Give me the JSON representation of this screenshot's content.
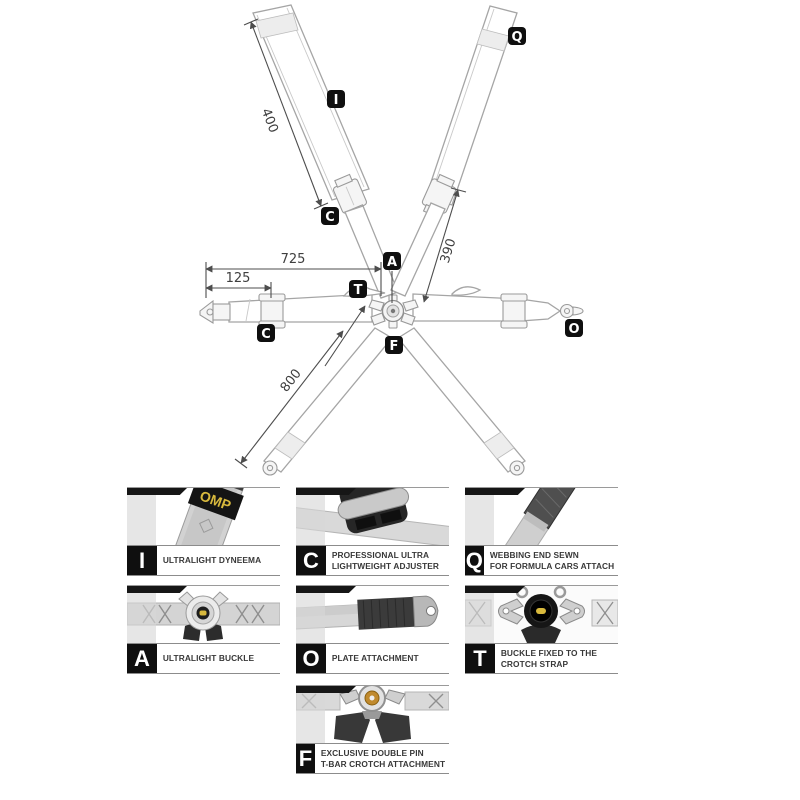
{
  "diagram": {
    "dimensions": {
      "shoulder_upper": "400",
      "lap_left_to_center": "725",
      "lap_left_to_adjuster": "125",
      "shoulder_lower": "390",
      "crotch": "800"
    },
    "badges": {
      "i": "I",
      "q": "Q",
      "c_shoulder": "C",
      "a": "A",
      "t": "T",
      "f": "F",
      "c_lap": "C",
      "o": "O"
    }
  },
  "legend": {
    "brand": "OMP",
    "cells": [
      {
        "letter": "I",
        "line1": "ULTRALIGHT DYNEEMA",
        "line2": ""
      },
      {
        "letter": "C",
        "line1": "PROFESSIONAL ULTRA",
        "line2": "LIGHTWEIGHT ADJUSTER"
      },
      {
        "letter": "Q",
        "line1": "WEBBING END SEWN",
        "line2": "FOR FORMULA CARS ATTACH"
      },
      {
        "letter": "A",
        "line1": "ULTRALIGHT BUCKLE",
        "line2": ""
      },
      {
        "letter": "O",
        "line1": "PLATE ATTACHMENT",
        "line2": ""
      },
      {
        "letter": "T",
        "line1": "BUCKLE FIXED TO THE",
        "line2": "CROTCH STRAP"
      },
      {
        "letter": "F",
        "line1": "EXCLUSIVE DOUBLE PIN",
        "line2": "T-BAR CROTCH ATTACHMENT"
      }
    ]
  },
  "colors": {
    "badge": "#0f0f0f",
    "dimension_line": "#4d4d4d",
    "strap_outline": "#a5a5a5",
    "brand_yellow": "#d8b93d"
  }
}
